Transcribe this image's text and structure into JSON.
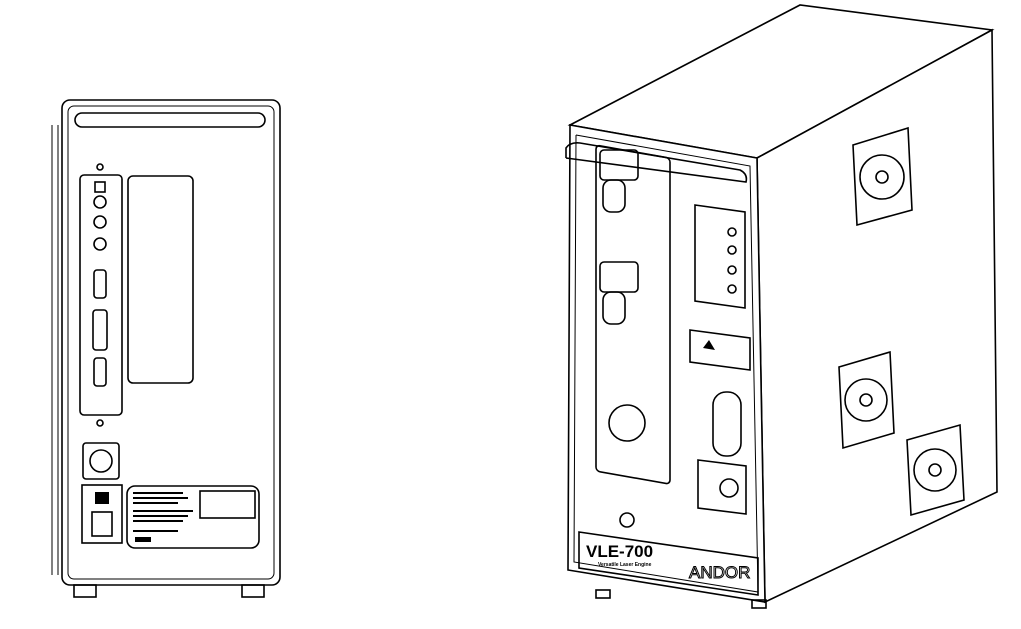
{
  "figure": {
    "product_name": "VLE-700",
    "product_subtitle": "Versatile Laser Engine",
    "brand": "ANDOR"
  },
  "colors": {
    "line": "#000000",
    "background": "#ffffff"
  }
}
